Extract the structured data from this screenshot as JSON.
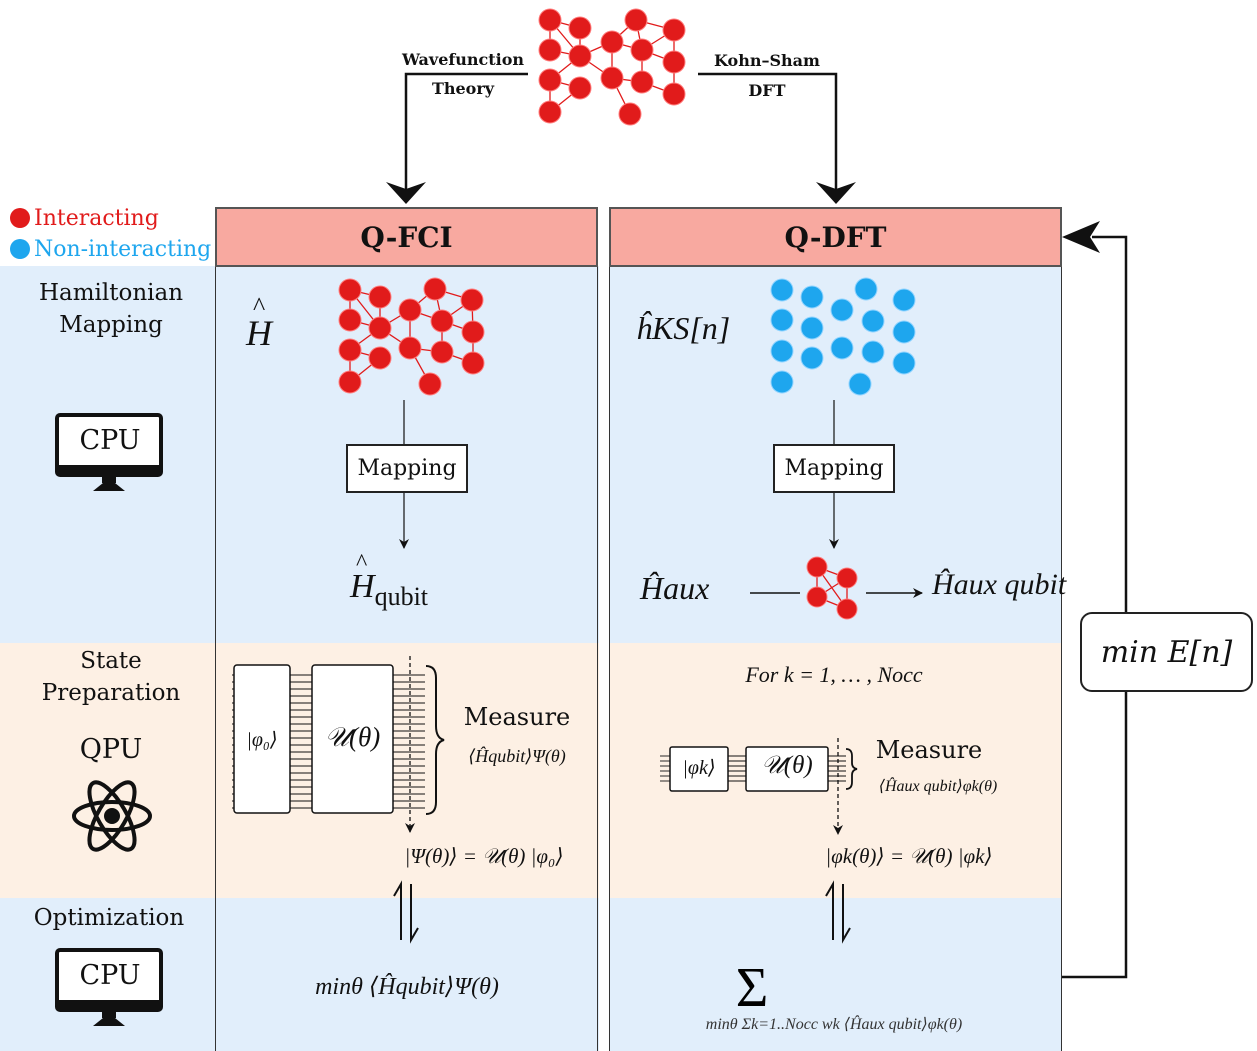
{
  "colors": {
    "interacting": "#e11b1b",
    "non_interacting": "#1ea6ee",
    "header_fill": "#f8a9a0",
    "band_blue": "#e1eefb",
    "band_orange": "#fdf0e4"
  },
  "top": {
    "left_branch": [
      "Wavefunction",
      "Theory"
    ],
    "right_branch": [
      "Kohn–Sham",
      "DFT"
    ]
  },
  "legend": {
    "interacting": "Interacting",
    "non_interacting": "Non-interacting"
  },
  "rows": {
    "hamiltonian": {
      "title_l1": "Hamiltonian",
      "title_l2": "Mapping",
      "device": "CPU",
      "device_icon": "monitor-icon"
    },
    "state_prep": {
      "title_l1": "State",
      "title_l2": "Preparation",
      "device": "QPU",
      "device_icon": "atom-icon"
    },
    "optimization": {
      "title": "Optimization",
      "device": "CPU",
      "device_icon": "monitor-icon"
    }
  },
  "qfci": {
    "header": "Q-FCI",
    "hamiltonian_symbol": "H",
    "mapping_label": "Mapping",
    "qubit_label": "H",
    "qubit_sub": "qubit",
    "state_ref": "|φ₀⟩",
    "unitary": "𝒰(θ)",
    "measure_label": "Measure",
    "measure_expr": "⟨Ĥqubit⟩Ψ(θ)",
    "state_eq": "|Ψ(θ)⟩ = 𝒰(θ) |φ₀⟩",
    "optimization_expr": "minθ ⟨Ĥqubit⟩Ψ(θ)"
  },
  "qdft": {
    "header": "Q-DFT",
    "hamiltonian_symbol": "ĥKS[n]",
    "mapping_label": "Mapping",
    "aux_label": "Ĥaux",
    "aux_qubit_label": "Ĥaux qubit",
    "loop_label": "For k = 1, … , Nocc",
    "state_ref": "|φk⟩",
    "unitary": "𝒰(θ)",
    "measure_label": "Measure",
    "measure_expr": "⟨Ĥaux qubit⟩φk(θ)",
    "state_eq": "|φk(θ)⟩ = 𝒰(θ) |φk⟩",
    "optimization_expr": "minθ Σk=1..Nocc wk ⟨Ĥaux qubit⟩φk(θ)"
  },
  "feedback": {
    "label": "min E[n]"
  }
}
